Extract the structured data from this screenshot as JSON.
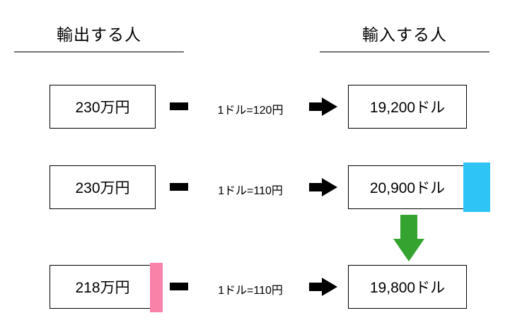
{
  "headers": {
    "left": "輸出する人",
    "right": "輸入する人"
  },
  "rows": [
    {
      "left_amount": "230万円",
      "rate": "1ドル=120円",
      "right_amount": "19,200ドル"
    },
    {
      "left_amount": "230万円",
      "rate": "1ドル=110円",
      "right_amount": "20,900ドル"
    },
    {
      "left_amount": "218万円",
      "rate": "1ドル=110円",
      "right_amount": "19,800ドル"
    }
  ],
  "colors": {
    "cyan_highlight": "#2ec5f6",
    "pink_highlight": "#f982a8",
    "green_arrow": "#34a330",
    "line": "#000000",
    "background": "#ffffff"
  }
}
